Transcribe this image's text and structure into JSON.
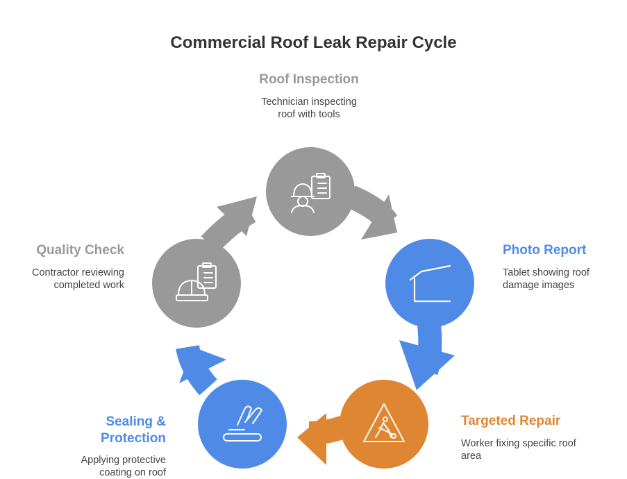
{
  "title": "Commercial Roof Leak Repair Cycle",
  "colors": {
    "gray": "#999999",
    "blue": "#4f8be6",
    "orange": "#df8632"
  },
  "steps": [
    {
      "title": "Roof Inspection",
      "description_lines": [
        "Technician inspecting",
        "roof with tools"
      ],
      "color": "#999999",
      "icon": "technician-clipboard-icon"
    },
    {
      "title": "Photo Report",
      "description_lines": [
        "Tablet showing roof",
        "damage images"
      ],
      "color": "#4f8be6",
      "icon": "roof-icon"
    },
    {
      "title": "Targeted Repair",
      "description_lines": [
        "Worker fixing specific roof",
        "area"
      ],
      "color": "#df8632",
      "icon": "construction-worker-sign-icon"
    },
    {
      "title_lines": [
        "Sealing &",
        "Protection"
      ],
      "description_lines": [
        "Applying protective",
        "coating on roof"
      ],
      "color": "#4f8be6",
      "icon": "sealant-application-icon"
    },
    {
      "title": "Quality Check",
      "description_lines": [
        "Contractor reviewing",
        "completed work"
      ],
      "color": "#999999",
      "icon": "hardhat-clipboard-icon"
    }
  ]
}
